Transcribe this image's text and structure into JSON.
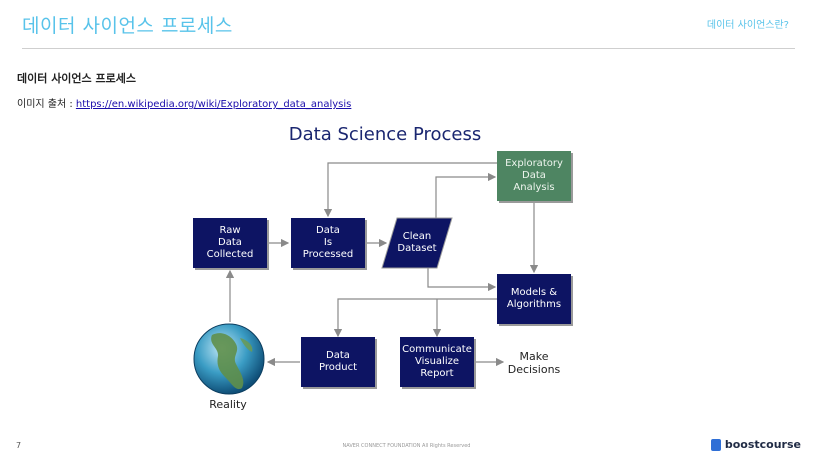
{
  "header": {
    "title": "데이터 사이언스 프로세스",
    "section": "데이터 사이언스란?"
  },
  "content": {
    "subtitle": "데이터 사이언스 프로세스",
    "source_prefix": "이미지 출처 : ",
    "source_url": "https://en.wikipedia.org/wiki/Exploratory_data_analysis"
  },
  "diagram": {
    "title": "Data Science Process",
    "nodes": {
      "raw_data": "Raw\nData\nCollected",
      "data_processed": "Data\nIs\nProcessed",
      "clean_dataset": "Clean\nDataset",
      "eda": "Exploratory\nData\nAnalysis",
      "models": "Models &\nAlgorithms",
      "data_product": "Data\nProduct",
      "communicate": "Communicate\nVisualize\nReport",
      "make_decisions": "Make\nDecisions",
      "reality": "Reality"
    },
    "colors": {
      "box": "#0d1463",
      "eda_box": "#4e8562",
      "arrow": "#8a8a8a"
    }
  },
  "footer": {
    "page_number": "7",
    "copyright": "NAVER CONNECT FOUNDATION All Rights Reserved",
    "brand": "boostcourse"
  }
}
